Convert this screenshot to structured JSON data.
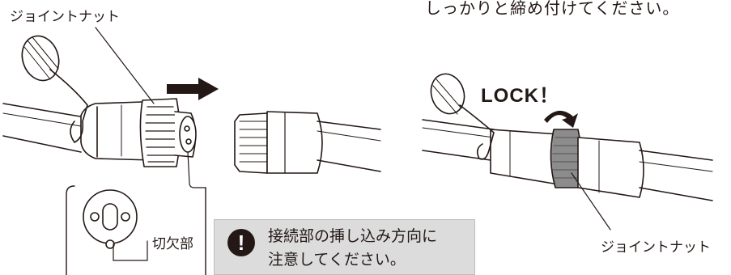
{
  "texts": {
    "top_caption": "しっかりと締め付けてください。",
    "joint_nut_left": "ジョイントナット",
    "lock": "LOCK！",
    "cutout": "切欠部",
    "joint_nut_right": "ジョイントナット",
    "note_line1": "接続部の挿し込み方向に",
    "note_line2": "注意してください。",
    "warning_mark": "!"
  },
  "icons": {
    "warning": "exclamation-circle-icon",
    "push_arrow": "arrow-right-icon",
    "rotate_arrow": "curved-arrow-icon"
  },
  "colors": {
    "ink": "#231815",
    "note_background": "#dcdcdd",
    "nut_gray": "#8c8c8c"
  }
}
